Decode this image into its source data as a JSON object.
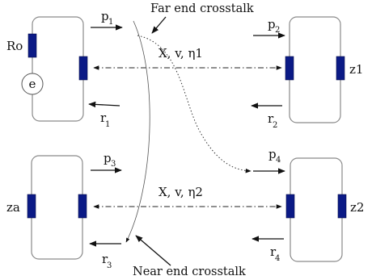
{
  "labels": {
    "p1": "p",
    "p1_sub": "1",
    "p2": "p",
    "p2_sub": "2",
    "p3": "p",
    "p3_sub": "3",
    "p4": "p",
    "p4_sub": "4",
    "r1": "r",
    "r1_sub": "1",
    "r2": "r",
    "r2_sub": "2",
    "r3": "r",
    "r3_sub": "3",
    "r4": "r",
    "r4_sub": "4",
    "ro": "Ro",
    "source": "e",
    "za": "za",
    "z1": "z1",
    "z2": "z2",
    "line1": "X, v, η1",
    "line2": "X, v, η2",
    "far_end": "Far end crosstalk",
    "near_end": "Near end crosstalk"
  }
}
